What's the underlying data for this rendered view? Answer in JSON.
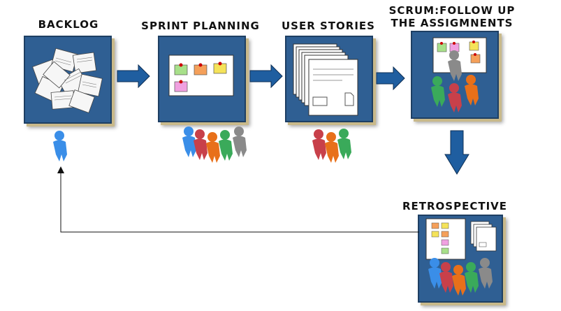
{
  "stages": [
    {
      "id": "backlog",
      "title_lines": [
        "BACKLOG"
      ]
    },
    {
      "id": "sprint-planning",
      "title_lines": [
        "SPRINT PLANNING"
      ]
    },
    {
      "id": "user-stories",
      "title_lines": [
        "USER STORIES"
      ]
    },
    {
      "id": "scrum-follow-up",
      "title_lines": [
        "SCRUM:FOLLOW UP",
        "THE ASSIGMNENTS"
      ]
    },
    {
      "id": "retrospective",
      "title_lines": [
        "RETROSPECTIVE"
      ]
    }
  ],
  "colors": {
    "panel": "#2f5f93",
    "arrow": "#1f5ea0",
    "note_green": "#a8e08a",
    "note_orange": "#f5a05a",
    "note_yellow": "#f5e35a",
    "note_pink": "#f0a0e0",
    "person_blue": "#3a8ee8",
    "person_red": "#c8404a",
    "person_orange": "#e8701a",
    "person_green": "#3aaa5a",
    "person_gray": "#8a8a8a"
  }
}
